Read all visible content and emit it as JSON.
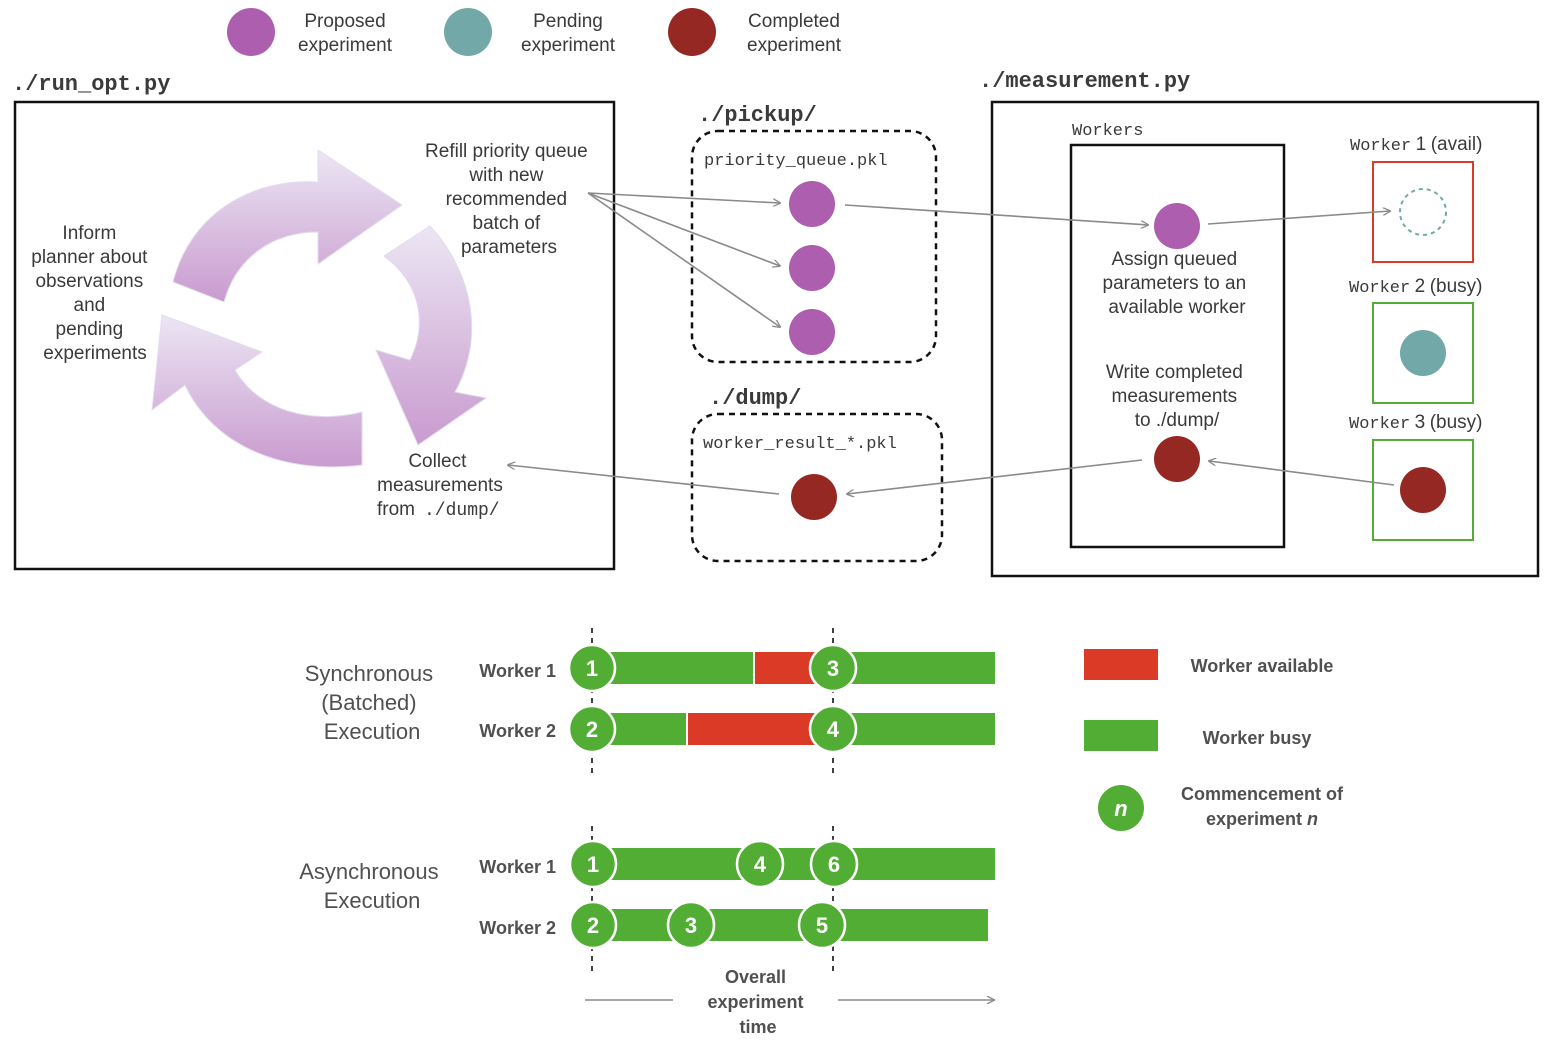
{
  "colors": {
    "proposed": "#ad5eae",
    "pending": "#72a9a8",
    "completed": "#952822",
    "busy": "#52ad34",
    "available": "#db3b26",
    "cycle": "#cba3d4"
  },
  "legend_top": {
    "proposed": [
      "Proposed",
      "experiment"
    ],
    "pending": [
      "Pending",
      "experiment"
    ],
    "completed": [
      "Completed",
      "experiment"
    ]
  },
  "run_opt": {
    "title": "./run_opt.py",
    "refill": [
      "Refill priority queue",
      "with new",
      "recommended",
      "batch of",
      "parameters"
    ],
    "inform": [
      "Inform",
      "planner about",
      "observations",
      "and",
      "pending",
      "experiments"
    ],
    "collect": [
      "Collect",
      "measurements"
    ],
    "collect_from": "from",
    "collect_path": "./dump/"
  },
  "pickup": {
    "title": "./pickup/",
    "file": "priority_queue.pkl"
  },
  "dump": {
    "title": "./dump/",
    "file": "worker_result_*.pkl"
  },
  "measurement": {
    "title": "./measurement.py",
    "workers_label": "Workers",
    "assign": [
      "Assign queued",
      "parameters to an",
      "available worker"
    ],
    "write": [
      "Write completed",
      "measurements",
      "to ./dump/"
    ],
    "worker_word": "Worker",
    "workers": [
      {
        "num": "1",
        "state": "(avail)"
      },
      {
        "num": "2",
        "state": "(busy)"
      },
      {
        "num": "3",
        "state": "(busy)"
      }
    ]
  },
  "timeline": {
    "sync_label": [
      "Synchronous",
      "(Batched)",
      "Execution"
    ],
    "async_label": [
      "Asynchronous",
      "Execution"
    ],
    "row_labels": {
      "sync_w1": "Worker 1",
      "sync_w2": "Worker 2",
      "async_w1": "Worker 1",
      "async_w2": "Worker 2"
    },
    "markers": {
      "sync_w1": [
        "1",
        "3"
      ],
      "sync_w2": [
        "2",
        "4"
      ],
      "async_w1": [
        "1",
        "4",
        "6"
      ],
      "async_w2": [
        "2",
        "3",
        "5"
      ]
    },
    "axis_label": [
      "Overall",
      "experiment",
      "time"
    ],
    "legend": {
      "available": "Worker available",
      "busy": "Worker busy",
      "n_symbol": "n",
      "commencement": [
        "Commencement of"
      ],
      "experiment_word": "experiment",
      "n_italic": "n"
    }
  }
}
